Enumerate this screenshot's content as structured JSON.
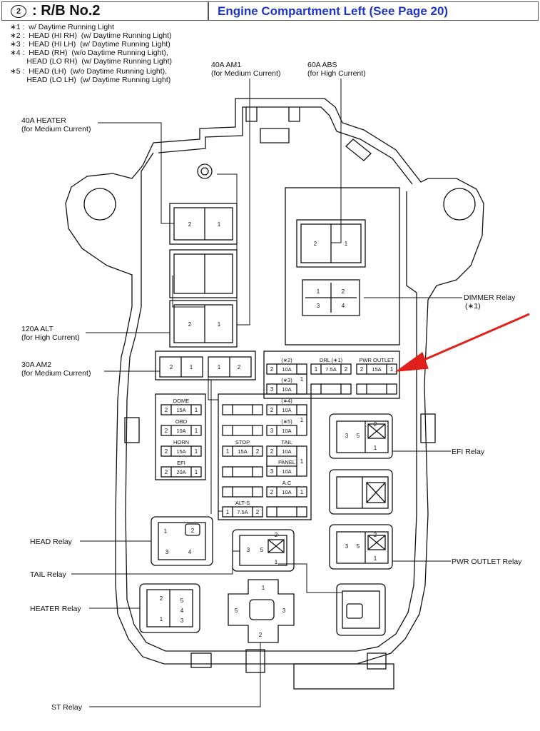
{
  "header": {
    "circle_number": "2",
    "title": ": R/B No.2",
    "location": "Engine Compartment Left (See Page 20)"
  },
  "notes": [
    "∗1 :  w/ Daytime Running Light",
    "∗2 :  HEAD (HI RH)  (w/ Daytime Running Light)",
    "∗3 :  HEAD (HI LH)  (w/ Daytime Running Light)",
    "∗4 :  HEAD (RH)  (w/o Daytime Running Light),",
    "        HEAD (LO RH)  (w/ Daytime Running Light)",
    "∗5 :  HEAD (LH)  (w/o Daytime Running Light),",
    "        HEAD (LO LH)  (w/ Daytime Running Light)"
  ],
  "callouts": {
    "am1": [
      "40A AM1",
      "(for Medium Current)"
    ],
    "abs": [
      "60A ABS",
      "(for High Current)"
    ],
    "heater": [
      "40A HEATER",
      "(for Medium Current)"
    ],
    "alt": [
      "120A ALT",
      "(for High Current)"
    ],
    "am2": [
      "30A AM2",
      "(for Medium Current)"
    ],
    "dimmer": [
      "DIMMER Relay",
      "(∗1)"
    ],
    "efi_relay": "EFI Relay",
    "pwr_outlet_relay": "PWR OUTLET Relay",
    "head_relay": "HEAD Relay",
    "tail_relay": "TAIL Relay",
    "heater_relay": "HEATER Relay",
    "st_relay": "ST Relay"
  },
  "fuses": {
    "dome": {
      "label": "DOME",
      "amp": "15A"
    },
    "obd": {
      "label": "OBD",
      "amp": "10A"
    },
    "horn": {
      "label": "HORN",
      "amp": "15A"
    },
    "efi": {
      "label": "EFI",
      "amp": "20A"
    },
    "stop": {
      "label": "STOP",
      "amp": "15A"
    },
    "alt_s": {
      "label": "ALT-S",
      "amp": "7.5A"
    },
    "tail": {
      "label": "TAIL",
      "amp": "10A"
    },
    "panel": {
      "label": "PANEL",
      "amp": "10A"
    },
    "ac": {
      "label": "A.C",
      "amp": "10A"
    },
    "s2": {
      "label": "(∗2)",
      "amp": "10A"
    },
    "s3": {
      "label": "(∗3)",
      "amp": "10A"
    },
    "s4": {
      "label": "(∗4)",
      "amp": "10A"
    },
    "s5": {
      "label": "(∗5)",
      "amp": "10A"
    },
    "drl": {
      "label": "DRL (∗1)",
      "amp": "7.5A"
    },
    "pwr_outlet": {
      "label": "PWR OUTLET",
      "amp": "15A"
    }
  },
  "pins": {
    "p1": "1",
    "p2": "2",
    "p3": "3",
    "p4": "4",
    "p5": "5"
  },
  "colors": {
    "outline": "#111111",
    "header_title": "#1f34c8",
    "arrow": "#e0201a"
  }
}
